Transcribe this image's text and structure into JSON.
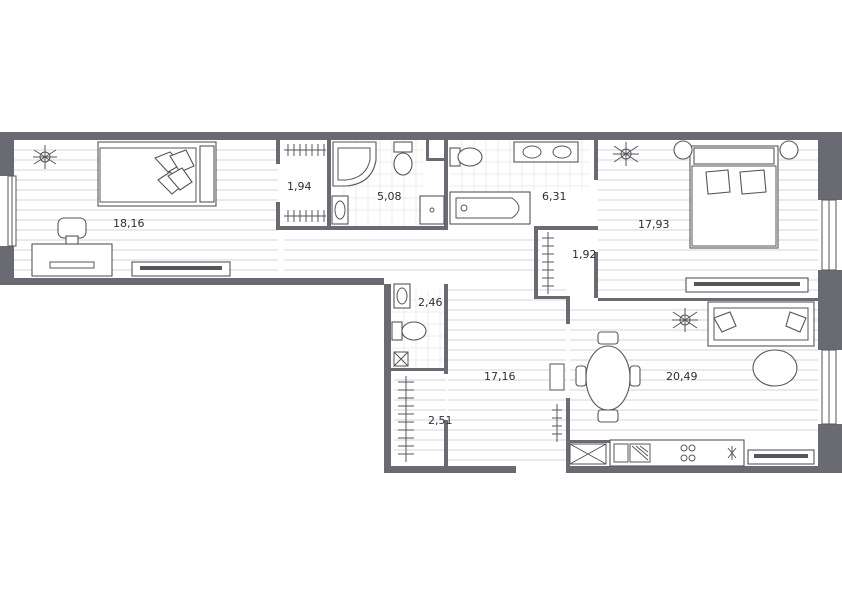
{
  "plan": {
    "rooms": [
      {
        "id": "bedroom-left",
        "area": "18,16"
      },
      {
        "id": "closet-left",
        "area": "1,94"
      },
      {
        "id": "bathroom",
        "area": "5,08"
      },
      {
        "id": "bath-tub-room",
        "area": "6,31"
      },
      {
        "id": "bedroom-right",
        "area": "17,93"
      },
      {
        "id": "closet-right",
        "area": "1,92"
      },
      {
        "id": "toilet-small",
        "area": "2,46"
      },
      {
        "id": "hallway",
        "area": "17,16"
      },
      {
        "id": "wardrobe",
        "area": "2,51"
      },
      {
        "id": "living-kitchen",
        "area": "20,49"
      }
    ],
    "colors": {
      "wall": "#6a6a72",
      "line": "#55555c",
      "floor_line": "#d6d6d8",
      "label": "#2e2e35"
    }
  }
}
